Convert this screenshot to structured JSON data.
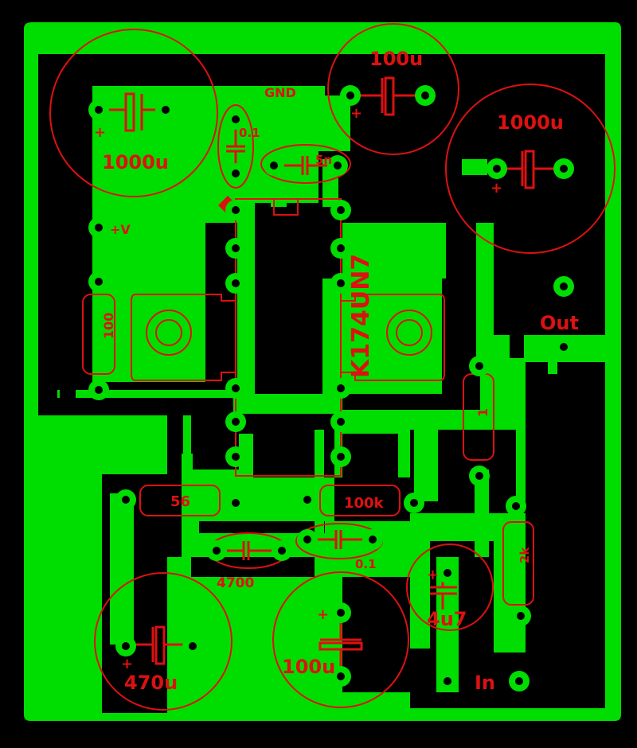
{
  "colors": {
    "background": "#000000",
    "copper": "#00dd00",
    "silkscreen": "#dd1111",
    "hole": "#000000"
  },
  "labels": {
    "ic_name": "K174UN7",
    "gnd": "GND",
    "vplus": "+V",
    "out": "Out",
    "in": "In",
    "c_1000u_left": "1000u",
    "c_100u_top": "100u",
    "c_1000u_right": "1000u",
    "c_01_top": "0.1",
    "c_5n": "5n",
    "r_100": "100",
    "r_1": "1",
    "r_56": "56",
    "r_100k": "100k",
    "r_2k": "2k",
    "c_4700": "4700",
    "c_01_bottom": "0.1",
    "c_4u7": "4u7",
    "c_470u": "470u",
    "c_100u_bottom": "100u",
    "plus": "+"
  }
}
